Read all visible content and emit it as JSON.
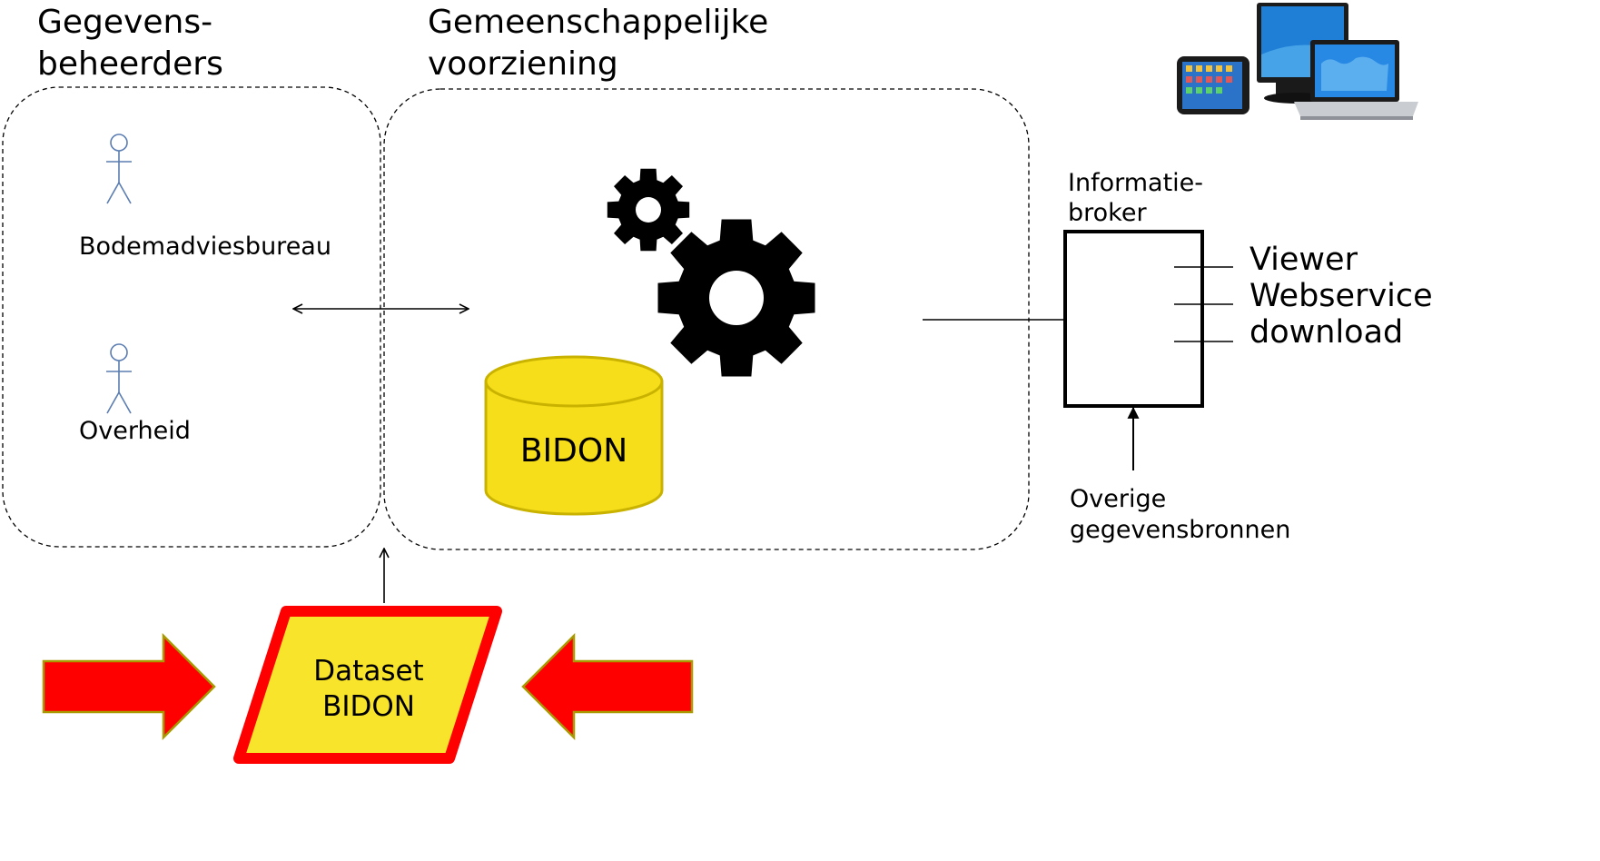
{
  "titles": {
    "gegevensbeheerders": [
      "Gegevens-",
      "beheerders"
    ],
    "gemeenschappelijke": [
      "Gemeenschappelijke",
      "voorziening"
    ]
  },
  "actors": {
    "bodemadviesbureau": "Bodemadviesbureau",
    "overheid": "Overheid"
  },
  "database_label": "BIDON",
  "broker": {
    "title": [
      "Informatie-",
      "broker"
    ],
    "outputs": [
      "Viewer",
      "Webservice",
      "download"
    ],
    "other_sources": [
      "Overige",
      "gegevensbronnen"
    ]
  },
  "dataset_label": [
    "Dataset",
    "BIDON"
  ],
  "colors": {
    "database_fill": "#F6DE1B",
    "database_stroke": "#C9B300",
    "dataset_fill": "#F8E42A",
    "dataset_border": "#FF0000",
    "arrow_fill": "#FF0000",
    "arrow_stroke": "#A89A00",
    "actor_stroke": "#5B7DB1",
    "gear_fill": "#000000"
  },
  "icons": {
    "actor": "person-stick-figure-icon",
    "gears": "gears-icon",
    "devices": "devices-image"
  }
}
